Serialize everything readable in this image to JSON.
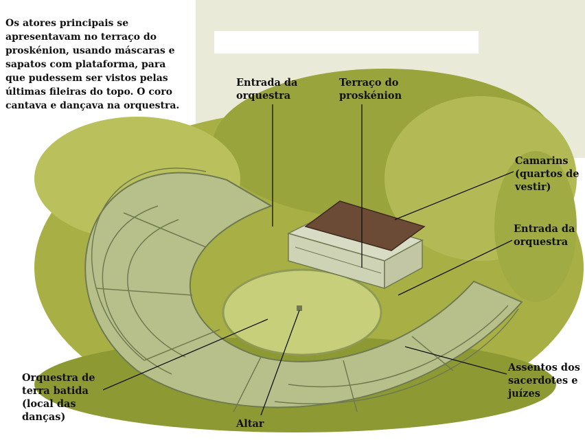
{
  "intro_text": "Os atores principais se\napresentavam no terraço do\nproskénion, usando máscaras e\nsapatos com plataforma, para\nque pudessem ser vistos pelas\núltimas fileiras do topo. O coro\ncantava e dançava na orquestra.",
  "labels": {
    "entrada_orquestra_top": "Entrada da\norquestra",
    "terraco_proskenion": "Terraço do\nproskénion",
    "camarins": "Camarins\n(quartos de\nvestir)",
    "entrada_orquestra_right": "Entrada da\norquestra",
    "orquestra": "Orquestra de\nterra batida\n(local das\ndanças)",
    "altar": "Altar",
    "assentos": "Assentos dos\nsacerdotes e\njuízes"
  },
  "colors": {
    "sky": "#e9ebd8",
    "trees": "#a8b045",
    "trees_dark": "#7f8c2c",
    "seating": "#b7bf8a",
    "seating_line": "#6f7a50",
    "orchestra": "#c8cf7a",
    "stage_roof": "#6b4a36",
    "building": "#d9dcc4"
  }
}
